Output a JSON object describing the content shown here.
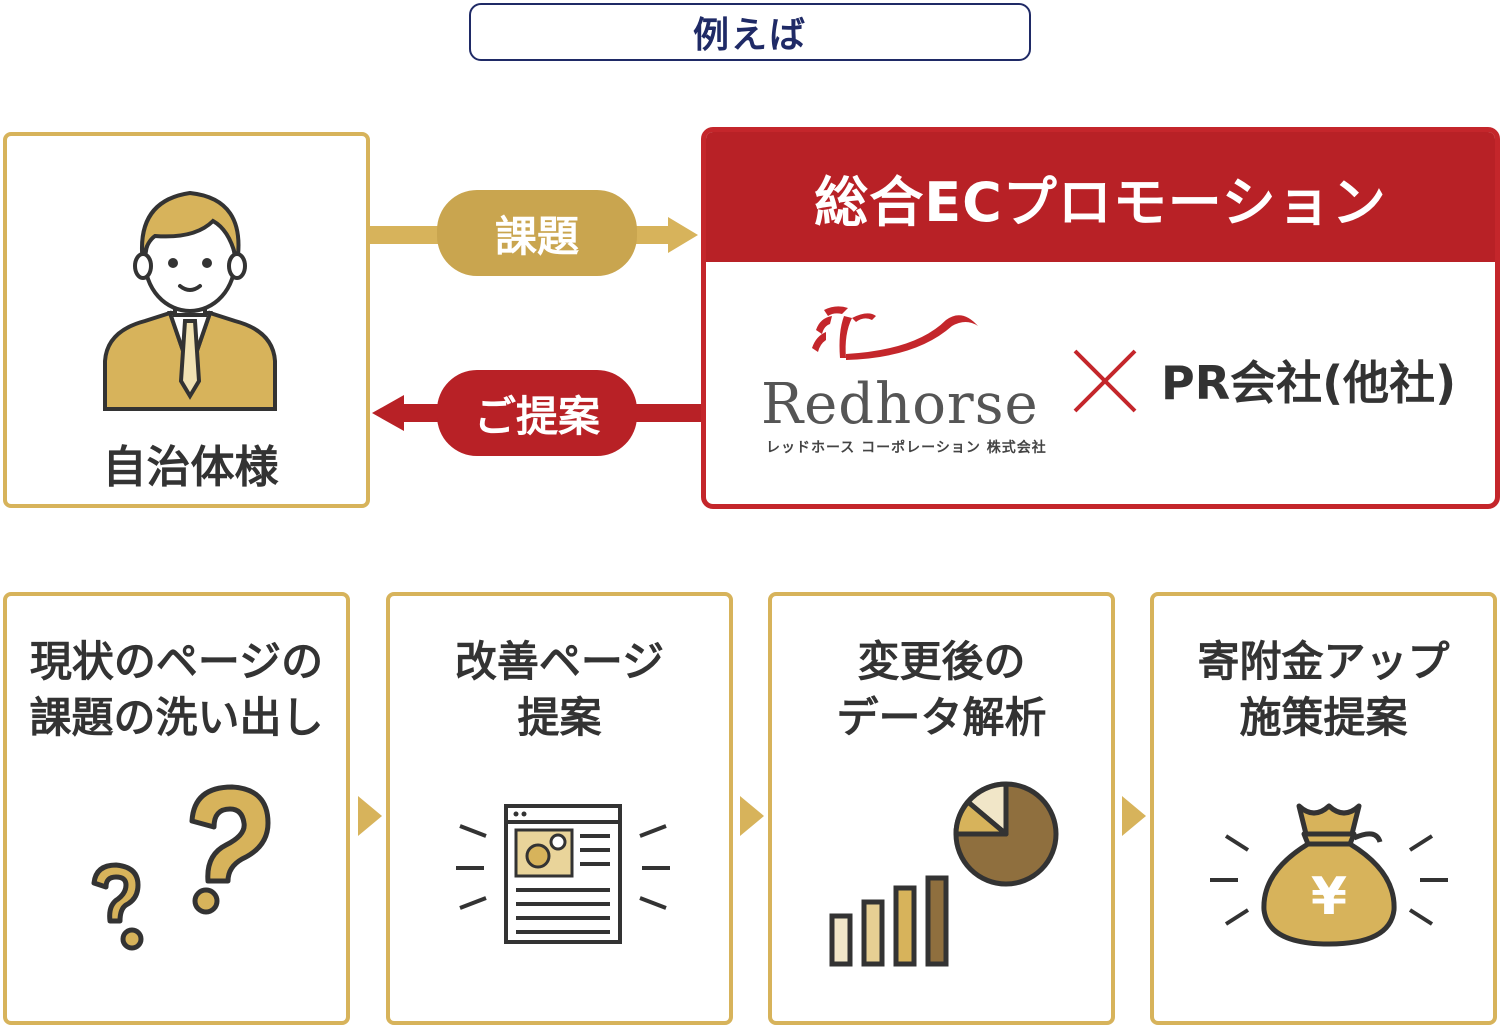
{
  "header": {
    "label": "例えば"
  },
  "client": {
    "label": "自治体様"
  },
  "flow": {
    "issue_label": "課題",
    "proposal_label": "ご提案"
  },
  "promotion": {
    "title": "総合ECプロモーション",
    "logo_word": "Redhorse",
    "logo_subtitle": "レッドホース コーポレーション 株式会社",
    "times_symbol": "×",
    "partner": "PR会社(他社)"
  },
  "steps": [
    {
      "title": "現状のページの\n課題の洗い出し",
      "icon": "question-marks-icon"
    },
    {
      "title": "改善ページ\n提案",
      "icon": "web-page-icon"
    },
    {
      "title": "変更後の\nデータ解析",
      "icon": "chart-icon"
    },
    {
      "title": "寄附金アップ\n施策提案",
      "icon": "money-bag-icon"
    }
  ],
  "colors": {
    "gold": "#d7b35b",
    "red": "#b82126",
    "navy": "#1f2a66",
    "text": "#333333"
  }
}
